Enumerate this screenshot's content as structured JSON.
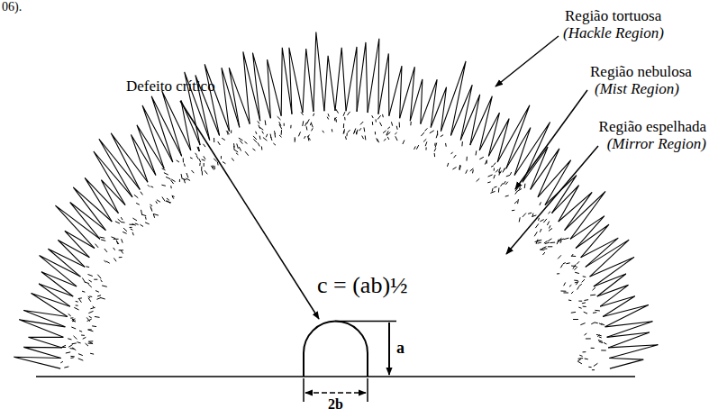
{
  "diagram": {
    "labels": [
      "06).",
      "Região tortuosa",
      "(Hackle Region)",
      "Defeito crítico",
      "Região nebulosa",
      "(Mist Region)",
      "Região espelhada",
      "(Mirror Region)",
      "c = (ab)½",
      "a",
      "2b"
    ]
  }
}
